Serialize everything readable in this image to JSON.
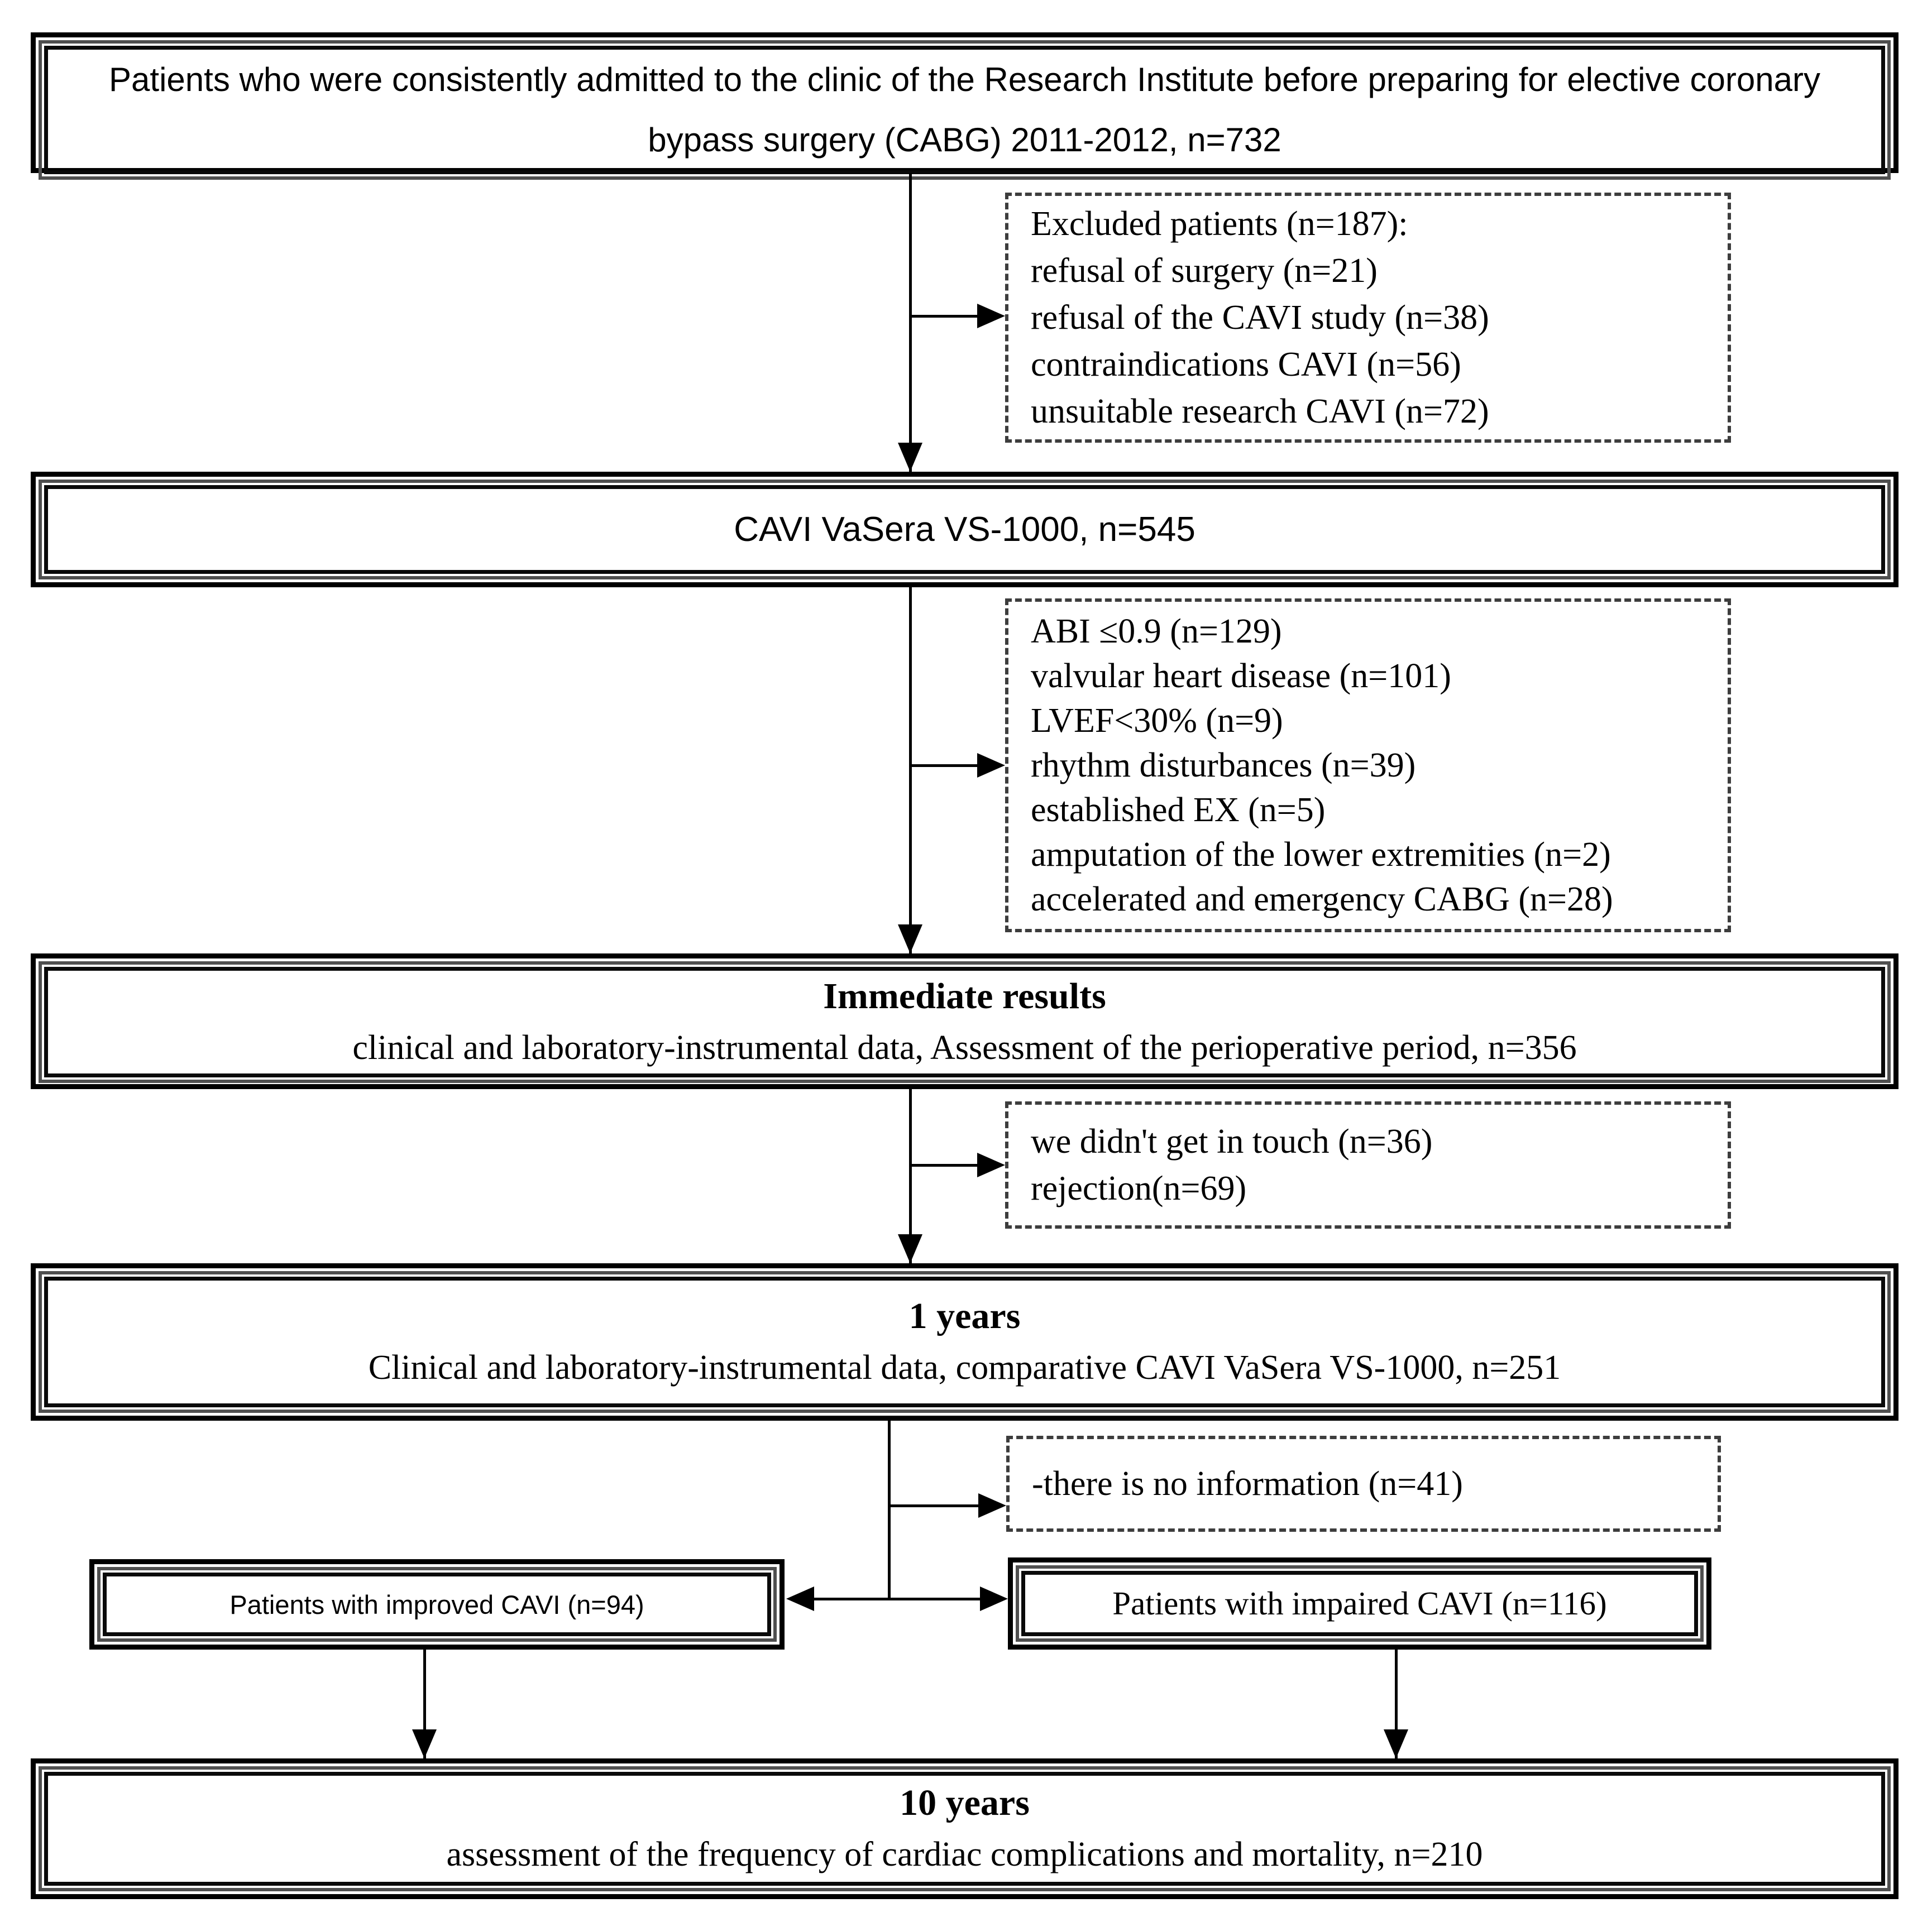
{
  "diagram": {
    "enrollment": {
      "text": "Patients who were consistently admitted to the clinic of the Research Institute before preparing for elective coronary bypass surgery (CABG) 2011-2012, n=732"
    },
    "exclusion1": {
      "lines": [
        "Excluded patients (n=187):",
        "refusal of surgery (n=21)",
        "refusal of the CAVI study (n=38)",
        "contraindications CAVI (n=56)",
        "unsuitable research CAVI (n=72)"
      ]
    },
    "cavi": {
      "text": "CAVI VaSera VS-1000, n=545"
    },
    "exclusion2": {
      "lines": [
        "ABI ≤0.9 (n=129)",
        "valvular heart disease (n=101)",
        "LVEF<30% (n=9)",
        "rhythm disturbances (n=39)",
        "established EX (n=5)",
        "amputation of the lower extremities (n=2)",
        "accelerated and emergency CABG (n=28)"
      ]
    },
    "immediate": {
      "title": "Immediate results",
      "subtitle": "clinical and laboratory-instrumental data, Assessment of the perioperative period, n=356"
    },
    "exclusion3": {
      "lines": [
        "we didn't get in touch (n=36)",
        "rejection(n=69)"
      ]
    },
    "one_year": {
      "title": "1 years",
      "subtitle": "Clinical and laboratory-instrumental data, comparative CAVI VaSera VS-1000, n=251"
    },
    "exclusion4": {
      "lines": [
        "-there is no information (n=41)"
      ]
    },
    "improved": {
      "text": "Patients with improved CAVI (n=94)"
    },
    "impaired": {
      "text": "Patients with impaired CAVI (n=116)"
    },
    "ten_years": {
      "title": "10 years",
      "subtitle": "assessment of the frequency of cardiac complications and mortality, n=210"
    }
  },
  "colors": {
    "background": "#ffffff",
    "text": "#000000",
    "box_border_outer": "#000000",
    "box_border_middle": "#4f4f4f",
    "dotted_border": "#3d3d3d",
    "connector": "#000000"
  }
}
